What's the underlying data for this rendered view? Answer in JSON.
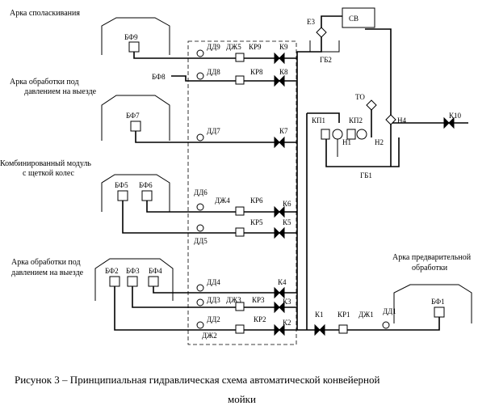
{
  "arches": {
    "rinse": "Арка споласкивания",
    "pressure_exit_top_1": "Арка обработки под",
    "pressure_exit_top_2": "давлением на выезде",
    "combined_1": "Комбинированный модуль",
    "combined_2": "с щеткой колес",
    "pressure_exit_bottom_1": "Арка обработки под",
    "pressure_exit_bottom_2": "давлением на выезде",
    "pre_1": "Арка предварительной",
    "pre_2": "обработки"
  },
  "labels": {
    "bf9": "БФ9",
    "bf8": "БФ8",
    "bf7": "БФ7",
    "bf6": "БФ6",
    "bf5": "БФ5",
    "bf4": "БФ4",
    "bf3": "БФ3",
    "bf2": "БФ2",
    "bf1": "БФ1",
    "dd9": "ДД9",
    "dzh5": "ДЖ5",
    "kr9": "КР9",
    "k9": "К9",
    "dd8": "ДД8",
    "kr8": "КР8",
    "k8": "К8",
    "dd7": "ДД7",
    "k7": "К7",
    "dd6": "ДД6",
    "dzh4": "ДЖ4",
    "kr6": "КР6",
    "k6": "К6",
    "kr5": "КР5",
    "k5": "К5",
    "dd5": "ДД5",
    "dd4": "ДД4",
    "k4": "К4",
    "dd3": "ДД3",
    "dzh3": "ДЖ3",
    "kr3": "КР3",
    "k3b": "К3",
    "dd2": "ДД2",
    "kr2": "КР2",
    "k2": "К2",
    "dzh2": "ДЖ2",
    "k1": "К1",
    "kr1": "КР1",
    "dzh1": "ДЖ1",
    "dd1": "ДД1",
    "e3": "Е3",
    "sv": "СВ",
    "gb2": "ГБ2",
    "to": "ТО",
    "kp1": "КП1",
    "kp2": "КП2",
    "n1": "Н1",
    "n2": "Н2",
    "n4": "Н4",
    "k10": "К10",
    "gb1": "ГБ1"
  },
  "caption": {
    "line1": "Рисунок 3 – Принципиальная гидравлическая схема автоматической конвейерной",
    "line2": "мойки"
  }
}
